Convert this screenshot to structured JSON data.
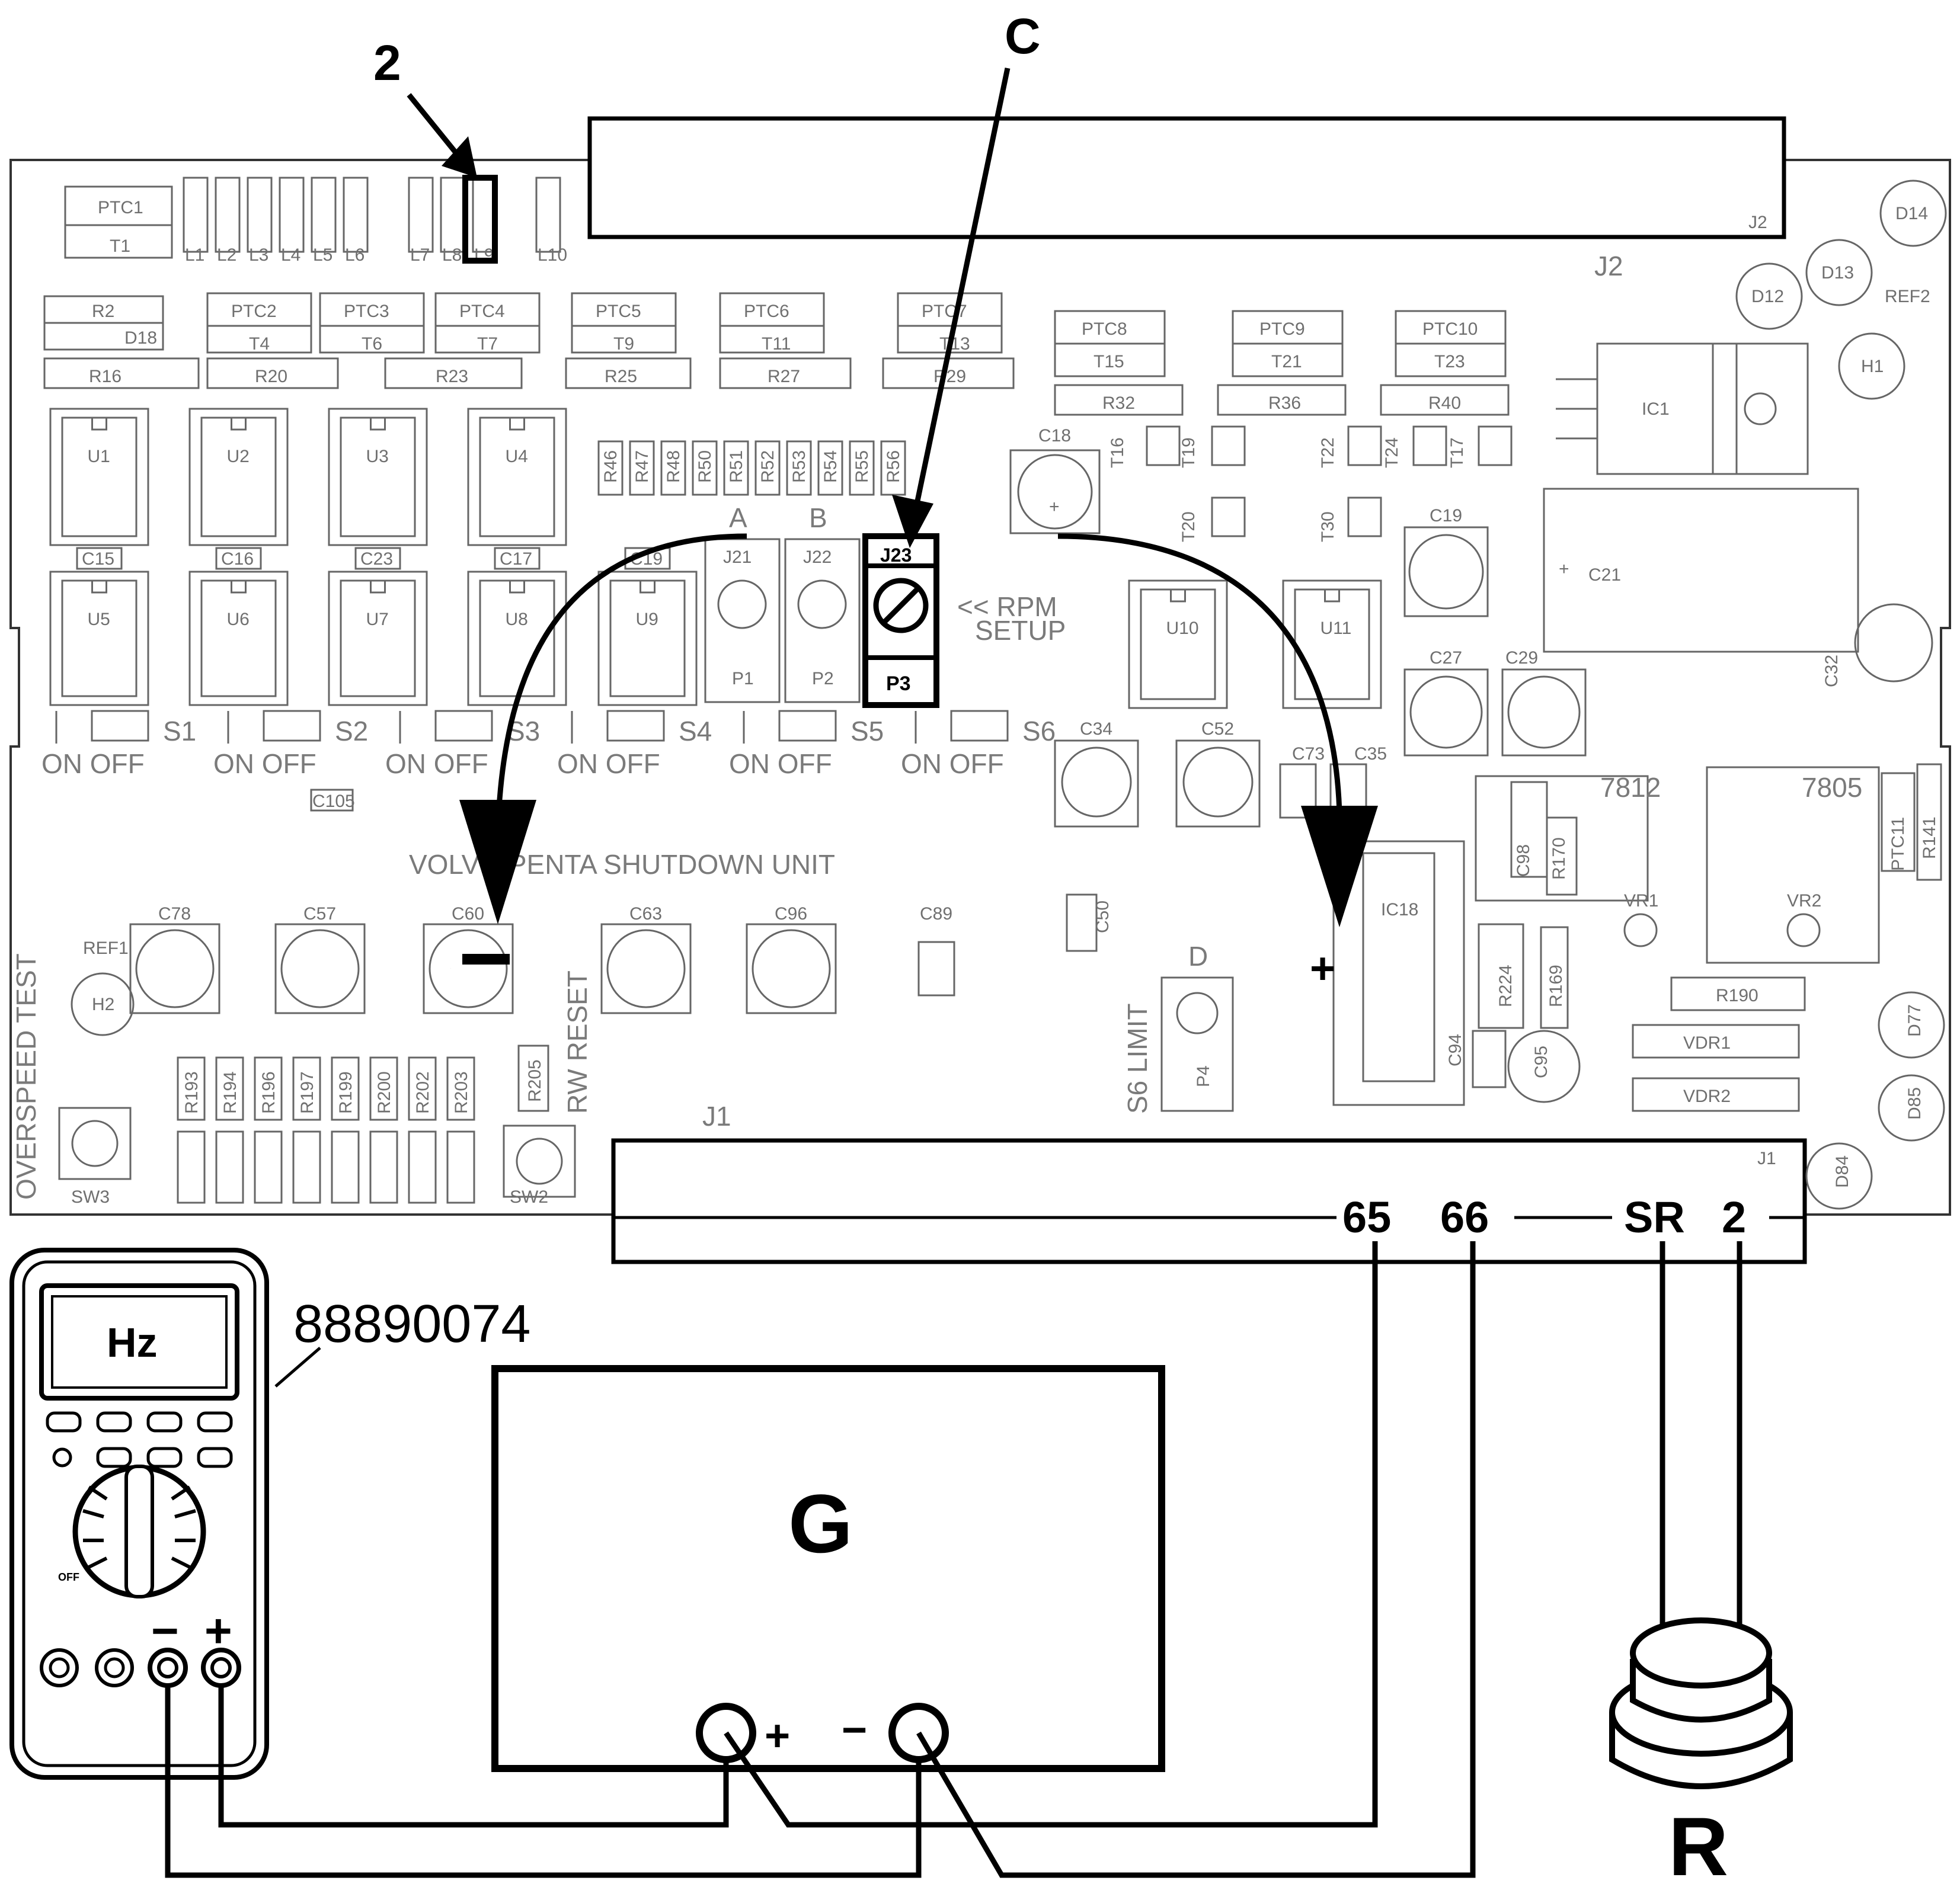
{
  "callouts": {
    "jumper_ref": "2",
    "trimmer_ref": "C",
    "generator": "G",
    "sensor": "R",
    "tool_number": "88890074",
    "meter_display": "Hz",
    "meter_off": "OFF",
    "meter_minus": "−",
    "meter_plus": "+",
    "gen_plus": "+",
    "gen_minus": "−",
    "arrow_minus": "−",
    "arrow_plus": "+"
  },
  "board": {
    "title": "VOLVO PENTA SHUTDOWN UNIT",
    "rpm_setup_line1": "<< RPM",
    "rpm_setup_line2": "SETUP",
    "overspeed_test": "OVERSPEED TEST",
    "rw_reset": "RW RESET",
    "s6_limit": "S6 LIMIT",
    "connector_j1": "J1",
    "connector_j2": "J2",
    "regulators": [
      "7812",
      "7805"
    ],
    "switches": [
      "S1",
      "S2",
      "S3",
      "S4",
      "S5",
      "S6"
    ],
    "switch_state_label": "ON OFF",
    "pots": [
      {
        "id": "J21",
        "name": "P1",
        "letter": "A"
      },
      {
        "id": "J22",
        "name": "P2",
        "letter": "B"
      },
      {
        "id": "J23",
        "name": "P3",
        "letter": ""
      },
      {
        "id": "",
        "name": "P4",
        "letter": "D"
      }
    ],
    "ptc_top": [
      "PTC2",
      "PTC3",
      "PTC4",
      "PTC5",
      "PTC6",
      "PTC7"
    ],
    "ptc_mid": [
      "PTC8",
      "PTC9",
      "PTC10"
    ],
    "ics_top": [
      "U1",
      "U2",
      "U3",
      "U4"
    ],
    "ics_bottom": [
      "U5",
      "U6",
      "U7",
      "U8",
      "U9"
    ],
    "ics_right": [
      "U10",
      "U11"
    ],
    "caps_bottom": [
      "C78",
      "C57",
      "C60",
      "C63",
      "C96",
      "C89"
    ],
    "resistors_bottom": [
      "R193",
      "R194",
      "R196",
      "R197",
      "R199",
      "R200",
      "R202",
      "R203"
    ],
    "resistors_mid": [
      "R46",
      "R47",
      "R48",
      "R50",
      "R51",
      "R52",
      "R53",
      "R54",
      "R55",
      "R56"
    ],
    "leds_top": [
      "L1",
      "L2",
      "L3",
      "L4",
      "L5",
      "L6",
      "L7",
      "L8",
      "L9",
      "L10"
    ]
  },
  "terminals": [
    "65",
    "66",
    "SR",
    "2"
  ]
}
